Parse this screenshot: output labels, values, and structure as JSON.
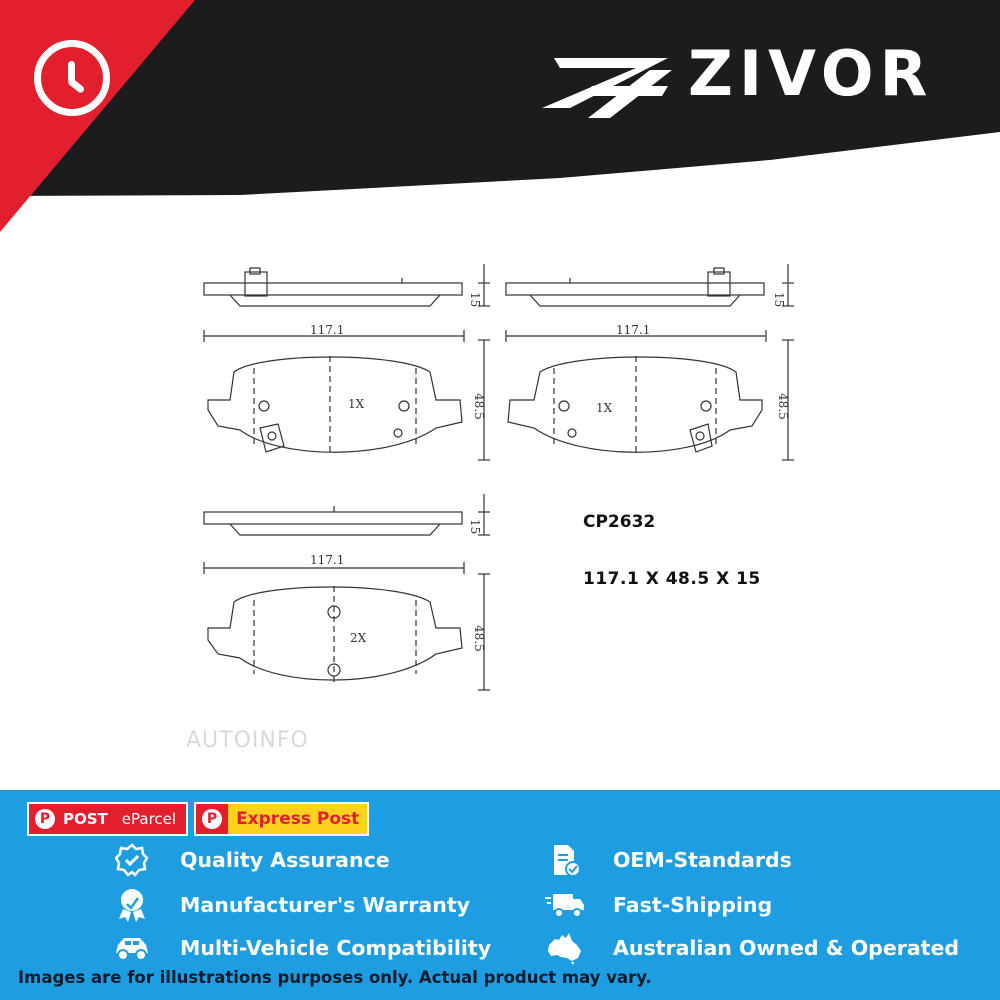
{
  "brand": {
    "name": "ZIVOR",
    "colors": {
      "dark": "#1c1c1e",
      "red": "#e2202d",
      "blue": "#1e9ee0",
      "yellow": "#ffd21f"
    }
  },
  "header": {
    "clock_icon": "clock-icon"
  },
  "drawing": {
    "dims": {
      "thickness": "15",
      "length": "117.1",
      "height": "48.5",
      "qty_top_left": "1X",
      "qty_top_right": "1X",
      "qty_bottom": "2X"
    }
  },
  "part": {
    "code": "CP2632",
    "size": "117.1 X 48.5 X 15"
  },
  "watermark": "AUTOINFO",
  "shipping": {
    "post_word": "POST",
    "eparcel": "eParcel",
    "express": "Express Post"
  },
  "features": [
    {
      "label": "Quality Assurance",
      "icon": "quality-badge-icon"
    },
    {
      "label": "OEM-Standards",
      "icon": "document-check-icon"
    },
    {
      "label": "Manufacturer's Warranty",
      "icon": "award-ribbon-icon"
    },
    {
      "label": "Fast-Shipping",
      "icon": "delivery-truck-icon"
    },
    {
      "label": "Multi-Vehicle Compatibility",
      "icon": "car-icon"
    },
    {
      "label": "Australian Owned & Operated",
      "icon": "australia-map-icon"
    }
  ],
  "disclaimer": "Images are for illustrations purposes only. Actual product may vary."
}
